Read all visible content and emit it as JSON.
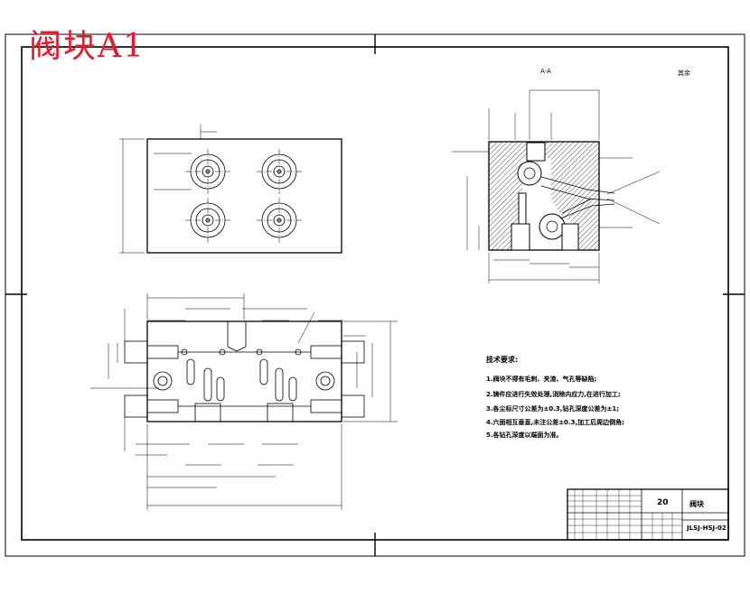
{
  "watermark": "阀块A1",
  "section_label": "A-A",
  "roughness_note": "其余",
  "tech_requirements": {
    "title": "技术要求:",
    "items": [
      "1.阀块不得有毛刺、夹渣、气孔等缺陷;",
      "2.铸件应进行失效处理,消除内应力,在进行加工;",
      "3.各尘标尺寸公差为±0.3,钻孔深度公差为±1;",
      "4.六面相互垂直,未注公差±0.3,加工后周边倒角;",
      "5.各钻孔深度以端面为准。"
    ]
  },
  "title_block": {
    "quantity": "20",
    "part_name": "阀块",
    "drawing_code": "JLSJ-HSJ-02"
  },
  "colors": {
    "watermark": "#e8192c",
    "line": "#000000"
  }
}
